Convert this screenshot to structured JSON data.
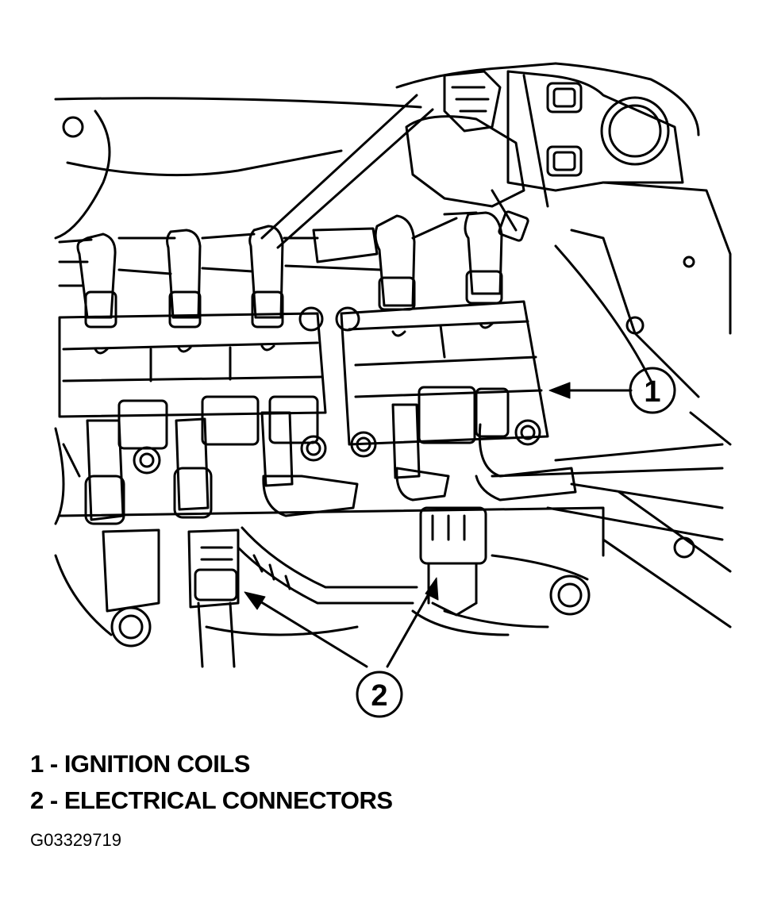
{
  "callouts": [
    {
      "number": "1"
    },
    {
      "number": "2"
    }
  ],
  "legend": [
    {
      "number": "1",
      "separator": " - ",
      "text": "IGNITION COILS"
    },
    {
      "number": "2",
      "separator": " - ",
      "text": "ELECTRICAL CONNECTORS"
    }
  ],
  "figure_id": "G03329719",
  "colors": {
    "ink": "#000000",
    "paper": "#ffffff"
  }
}
